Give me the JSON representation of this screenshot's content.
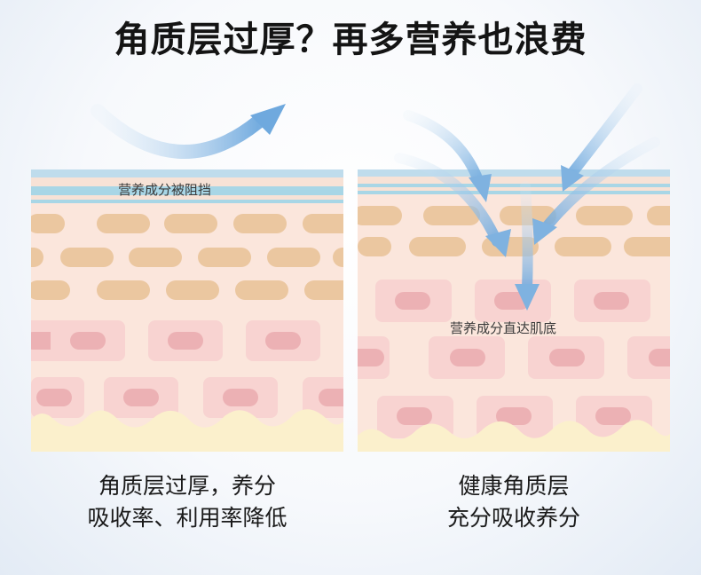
{
  "headline": "角质层过厚？再多营养也浪费",
  "left_panel": {
    "label": "营养成分被阻挡",
    "caption_line1": "角质层过厚，养分",
    "caption_line2": "吸收率、利用率降低"
  },
  "right_panel": {
    "label": "营养成分直达肌底",
    "caption_line1": "健康角质层",
    "caption_line2": "充分吸收养分"
  },
  "colors": {
    "headline_text": "#141414",
    "skin_base": "#fbe6dc",
    "stratum_cell": "#ebc7a0",
    "cell_outer": "#f8d3d1",
    "cell_inner": "#ecb1b4",
    "dermis": "#fbf0cc",
    "keratin_blue": "#a8d6e6",
    "arrow_blue": "#7fb2e0"
  }
}
